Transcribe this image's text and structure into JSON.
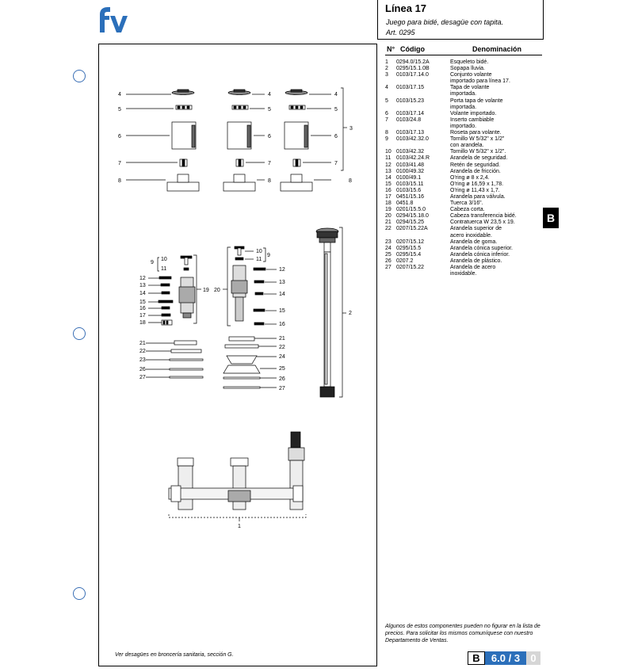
{
  "brand": {
    "logo_text": "fv"
  },
  "header": {
    "title": "Línea 17",
    "subtitle": "Juego para bidé, desagüe con tapita.",
    "article": "Art. 0295"
  },
  "table": {
    "col_num": "N°",
    "col_code": "Código",
    "col_name": "Denominación",
    "rows": [
      {
        "n": "1",
        "code": "0294.0/15.2A",
        "name": "Esqueleto bidé."
      },
      {
        "n": "2",
        "code": "0295/15.1.0B",
        "name": "Sopapa lluvia."
      },
      {
        "n": "3",
        "code": "0103/17.14.0",
        "name": "Conjunto volante"
      },
      {
        "n": "",
        "code": "",
        "name": "importado para línea 17."
      },
      {
        "n": "4",
        "code": "0103/17.15",
        "name": "Tapa de volante"
      },
      {
        "n": "",
        "code": "",
        "name": "importada."
      },
      {
        "n": "5",
        "code": "0103/15.23",
        "name": "Porta tapa de volante"
      },
      {
        "n": "",
        "code": "",
        "name": "importada."
      },
      {
        "n": "6",
        "code": "0103/17.14",
        "name": "Volante importado."
      },
      {
        "n": "7",
        "code": "0103/24.8",
        "name": "Inserto cambiable"
      },
      {
        "n": "",
        "code": "",
        "name": "importado."
      },
      {
        "n": "8",
        "code": "0103/17.13",
        "name": "Roseta para volante."
      },
      {
        "n": "9",
        "code": "0103/42.32.0",
        "name": "Tornillo W 5/32\" x 1/2\""
      },
      {
        "n": "",
        "code": "",
        "name": "con arandela."
      },
      {
        "n": "10",
        "code": "0103/42.32",
        "name": "Tornillo W 5/32\" x 1/2\"."
      },
      {
        "n": "11",
        "code": "0103/42.24.R",
        "name": "Arandela de seguridad."
      },
      {
        "n": "12",
        "code": "0103/41.48",
        "name": "Retén de seguridad."
      },
      {
        "n": "13",
        "code": "0100/49.32",
        "name": "Arandela de fricción."
      },
      {
        "n": "14",
        "code": "0100/49.1",
        "name": "O'ring ø 8 x 2,4."
      },
      {
        "n": "15",
        "code": "0103/15.11",
        "name": "O'ring ø 16,59 x 1,78."
      },
      {
        "n": "16",
        "code": "0103/15.6",
        "name": "O'ring ø 11,43 x 1,7."
      },
      {
        "n": "17",
        "code": "0451/15.16",
        "name": "Arandela para válvula."
      },
      {
        "n": "18",
        "code": "0451.8",
        "name": "Tuerca 3/16\"."
      },
      {
        "n": "19",
        "code": "0201/15.5.0",
        "name": "Cabeza corta."
      },
      {
        "n": "20",
        "code": "0294/15.18.0",
        "name": "Cabeza transferencia bidé."
      },
      {
        "n": "21",
        "code": "0294/15.25",
        "name": "Contratuerca W 23,5 x 19."
      },
      {
        "n": "22",
        "code": "0207/15.22A",
        "name": "Arandela superior de"
      },
      {
        "n": "",
        "code": "",
        "name": "acero inoxidable."
      },
      {
        "n": "23",
        "code": "0207/15.12",
        "name": "Arandela de goma."
      },
      {
        "n": "24",
        "code": "0295/15.5",
        "name": "Arandela cónica superior."
      },
      {
        "n": "25",
        "code": "0295/15.4",
        "name": "Arandela cónica inferior."
      },
      {
        "n": "26",
        "code": "0207.2",
        "name": "Arandela de plástico."
      },
      {
        "n": "27",
        "code": "0207/15.22",
        "name": "Arandela de acero"
      },
      {
        "n": "",
        "code": "",
        "name": "inoxidable."
      }
    ]
  },
  "side_tab": "B",
  "footnote": "Algunos de estos componentes pueden no figurar en la lista de precios. Para solicitar los mismos comuníquese con nuestro Departamento de Ventas.",
  "bottom_note": "Ver desagües en broncería sanitaria, sección G.",
  "page_code": {
    "section": "B",
    "page": "6.0 / 3",
    "version": "0"
  },
  "colors": {
    "accent_blue": "#2b6fba",
    "hole_blue": "#3a6fb5",
    "version_gray": "#d6d6d6"
  },
  "diagram": {
    "callouts": [
      "1",
      "2",
      "3",
      "4",
      "5",
      "6",
      "7",
      "8",
      "9",
      "10",
      "11",
      "12",
      "13",
      "14",
      "15",
      "16",
      "17",
      "18",
      "19",
      "20",
      "21",
      "22",
      "23",
      "24",
      "25",
      "26",
      "27"
    ]
  }
}
